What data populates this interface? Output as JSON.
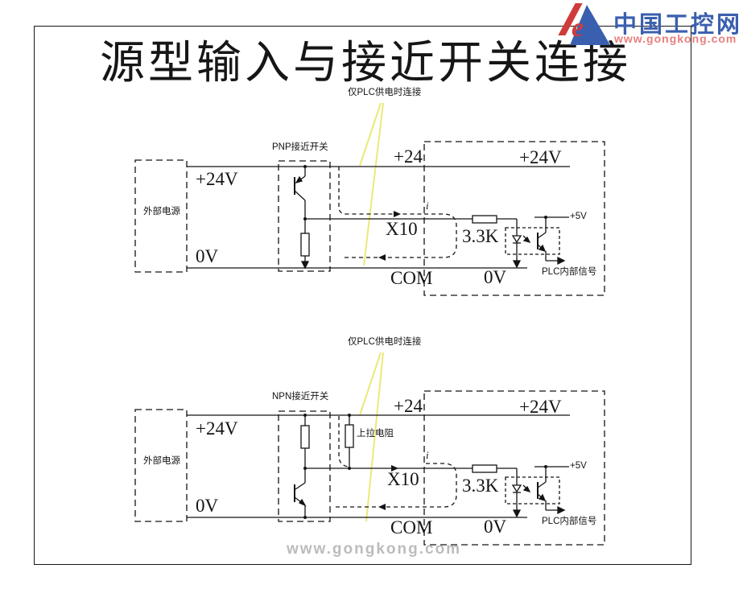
{
  "title": "源型输入与接近开关连接",
  "brand": {
    "name": "中国工控网",
    "site": "www.gongkong.com",
    "mark_letter": "e"
  },
  "watermark": "www.gongkong.com",
  "colors": {
    "line_black": "#141414",
    "leader_yellow": "#e9e97a",
    "brand_blue": "#3a5fae",
    "brand_red": "#cf3b3b",
    "site_red": "#e87f7f",
    "watermark_gray": "#bcbcbc"
  },
  "circuits": [
    {
      "name": "PNP",
      "note": "仅PLC供电时连接",
      "sensor": "PNP接近开关",
      "supply": "外部电源",
      "supply_pos": "+24V",
      "supply_neg": "0V",
      "terminal_24": "+24",
      "terminal_input": "X10",
      "terminal_com": "COM",
      "current": "i",
      "plc_pos": "+24V",
      "plc_neg": "0V",
      "resistor": "3.3K",
      "rail_5v": "+5V",
      "signal": "PLC内部信号"
    },
    {
      "name": "NPN",
      "note": "仅PLC供电时连接",
      "sensor": "NPN接近开关",
      "pullup": "上拉电阻",
      "supply": "外部电源",
      "supply_pos": "+24V",
      "supply_neg": "0V",
      "terminal_24": "+24",
      "terminal_input": "X10",
      "terminal_com": "COM",
      "current": "i",
      "plc_pos": "+24V",
      "plc_neg": "0V",
      "resistor": "3.3K",
      "rail_5v": "+5V",
      "signal": "PLC内部信号"
    }
  ]
}
